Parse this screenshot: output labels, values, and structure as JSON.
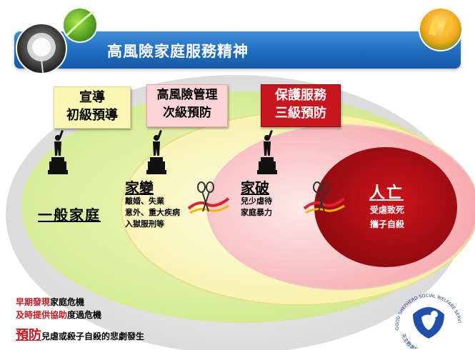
{
  "title": "高風險家庭服務精神",
  "boxes": {
    "primary": {
      "line1": "宣導",
      "line2": "初級預導",
      "bg": "#fbf6b4"
    },
    "secondary": {
      "line1": "高風險管理",
      "line2": "次級預防",
      "bg": "#fcd3d6"
    },
    "tertiary": {
      "line1": "保護服務",
      "line2": "三級預防",
      "bg": "#c8161e"
    }
  },
  "stages": {
    "general": {
      "label": "一般家庭"
    },
    "change": {
      "label": "家變",
      "lines": [
        "離婚、失業",
        "意外、重大疾病",
        "入獄服刑等"
      ]
    },
    "broken": {
      "label": "家破",
      "lines": [
        "兒少虐待",
        "家庭暴力"
      ]
    },
    "death": {
      "label": "人亡",
      "lines": [
        "受虐致死",
        "攜子自殺"
      ]
    }
  },
  "footer": {
    "line1": {
      "red": "早期發現",
      "black": "家庭危機"
    },
    "line2": {
      "red": "及時提供協助",
      "black": "度過危機"
    },
    "line3": {
      "red": "預防",
      "black": "兒虐或殺子自殺的悲劇發生"
    }
  },
  "logo": {
    "arc_top": "GOOD SHEPHERD SOCIAL WELFARE SERVICES",
    "arc_bottom": "天主教善牧基金會"
  },
  "colors": {
    "title_bar": "#1f6cc0",
    "red": "#c8161e",
    "dark_red": "#9b0a0f"
  },
  "icons": [
    "dandelion-photo",
    "grass-photo",
    "tulip-photo",
    "statuette-icon",
    "scissors-icon",
    "ribbon-icon",
    "shepherd-logo"
  ]
}
